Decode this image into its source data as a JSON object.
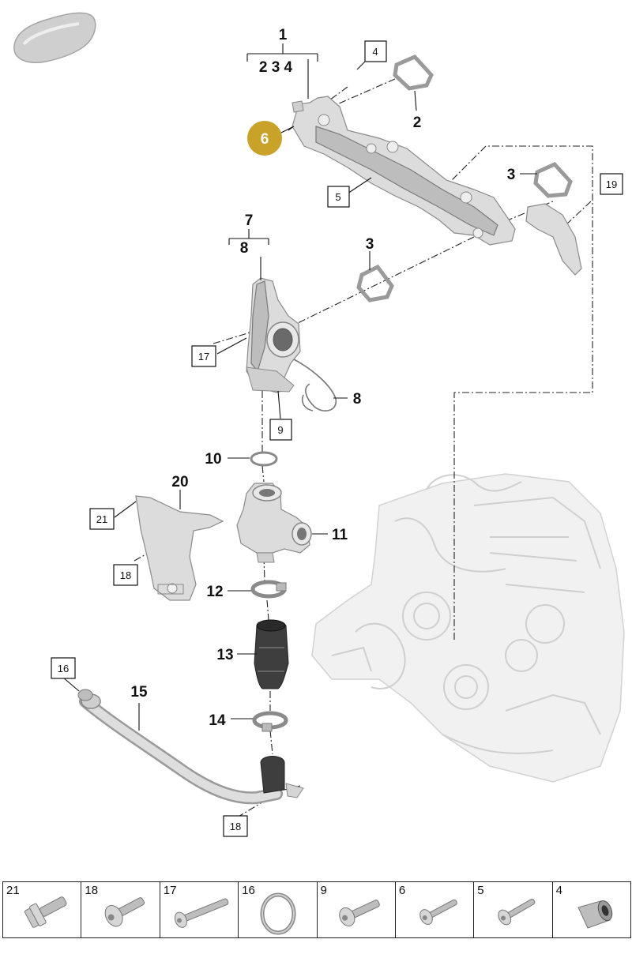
{
  "diagram": {
    "callouts": {
      "c1": "1",
      "c2_group": "2 3 4",
      "c2": "2",
      "c3_top": "3",
      "c3_mid": "3",
      "c6": "6",
      "c7": "7",
      "c8_top": "8",
      "c8": "8",
      "c10": "10",
      "c11": "11",
      "c12": "12",
      "c13": "13",
      "c14": "14",
      "c15": "15",
      "c20": "20"
    },
    "boxed_labels": {
      "b4": "4",
      "b5": "5",
      "b19": "19",
      "b17": "17",
      "b9": "9",
      "b21": "21",
      "b18_left": "18",
      "b16": "16",
      "b18_bottom": "18"
    },
    "highlight_color": "#c9a22a"
  },
  "legend": {
    "items": [
      {
        "number": "21",
        "icon": "flange-bolt-icon"
      },
      {
        "number": "18",
        "icon": "torx-bolt-icon"
      },
      {
        "number": "17",
        "icon": "long-bolt-icon"
      },
      {
        "number": "16",
        "icon": "o-ring-icon"
      },
      {
        "number": "9",
        "icon": "short-bolt-icon"
      },
      {
        "number": "6",
        "icon": "screw-icon"
      },
      {
        "number": "5",
        "icon": "screw-icon"
      },
      {
        "number": "4",
        "icon": "sleeve-icon"
      }
    ]
  }
}
